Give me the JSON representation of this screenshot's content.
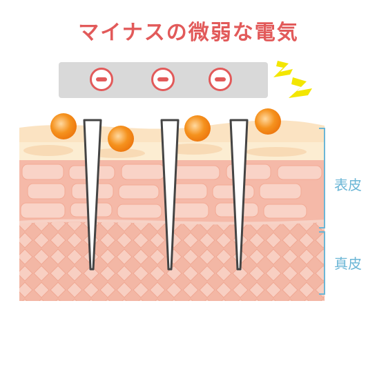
{
  "title": "マイナスの微弱な電気",
  "labels": {
    "epidermis": "表皮",
    "dermis": "真皮"
  },
  "device": {
    "charge_symbols": [
      "minus",
      "minus",
      "minus"
    ]
  },
  "decor": {
    "zz": "ZZ"
  },
  "colors": {
    "title": "#e25a5a",
    "device_bg": "#d9d9d9",
    "ion": "#f28a1e",
    "label": "#6bb6d6",
    "epidermis": "#f7c6b8",
    "dermis": "#f3b9a8",
    "surface": "#fbe5c8",
    "lightning": "#f3e600"
  }
}
